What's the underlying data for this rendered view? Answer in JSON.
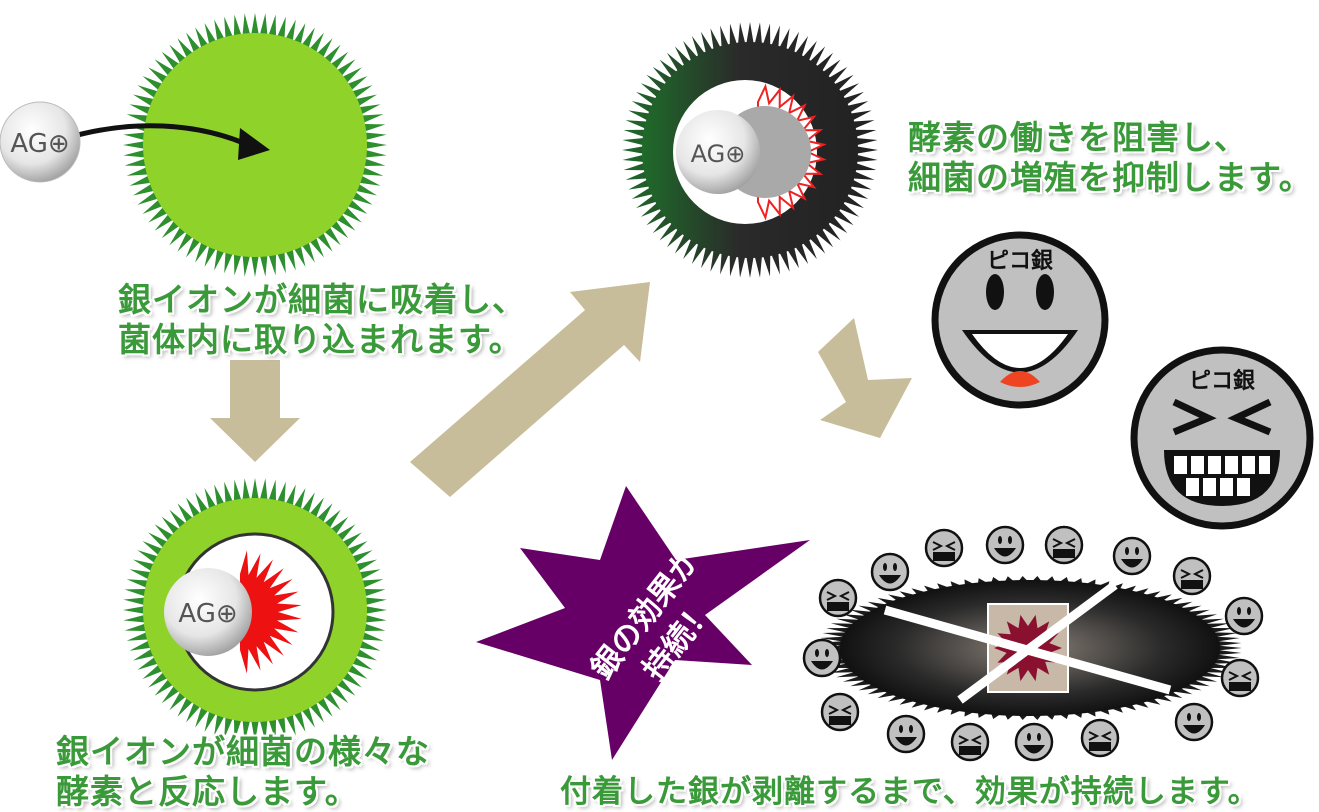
{
  "colors": {
    "caption_text": "#3a9a3a",
    "bacteria_green": "#8fd22a",
    "spike_green": "#2d8f2d",
    "bacteria_dark": "#2b2b2b",
    "enzyme_red": "#ee1111",
    "arrow_tan": "#c8bd9a",
    "burst_purple": "#660066",
    "face_gray": "#c0c0c0"
  },
  "silver_ion_label": "AG⊕",
  "face_label": "ピコ銀",
  "burst_text": [
    "銀の効果が",
    "持続！"
  ],
  "captions": {
    "step1": [
      "銀イオンが細菌に吸着し、",
      "菌体内に取り込まれます。"
    ],
    "step2": [
      "銀イオンが細菌の様々な",
      "酵素と反応します。"
    ],
    "step3": [
      "酵素の働きを阻害し、",
      "細菌の増殖を抑制します。"
    ],
    "step4": "付着した銀が剥離するまで、効果が持続します。"
  },
  "icons": {
    "flow_arrows": "arrow-icon",
    "face_happy": "smiley-face-icon",
    "face_grin": "grimace-face-icon"
  }
}
